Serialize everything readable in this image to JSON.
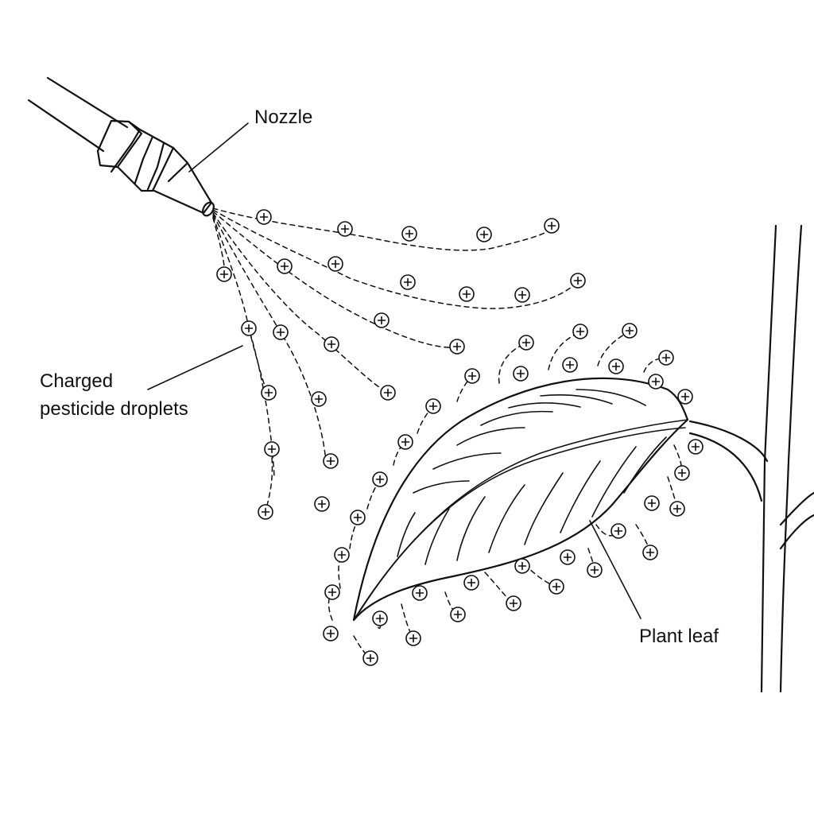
{
  "labels": {
    "nozzle": "Nozzle",
    "droplets_line1": "Charged",
    "droplets_line2": "pesticide droplets",
    "leaf": "Plant leaf"
  },
  "droplet_symbol": "+",
  "icons": [
    "spray-nozzle-icon",
    "plant-leaf-icon",
    "plant-stem-icon",
    "charged-droplet-icon"
  ],
  "colors": {
    "ink": "#111111",
    "background": "#ffffff"
  }
}
